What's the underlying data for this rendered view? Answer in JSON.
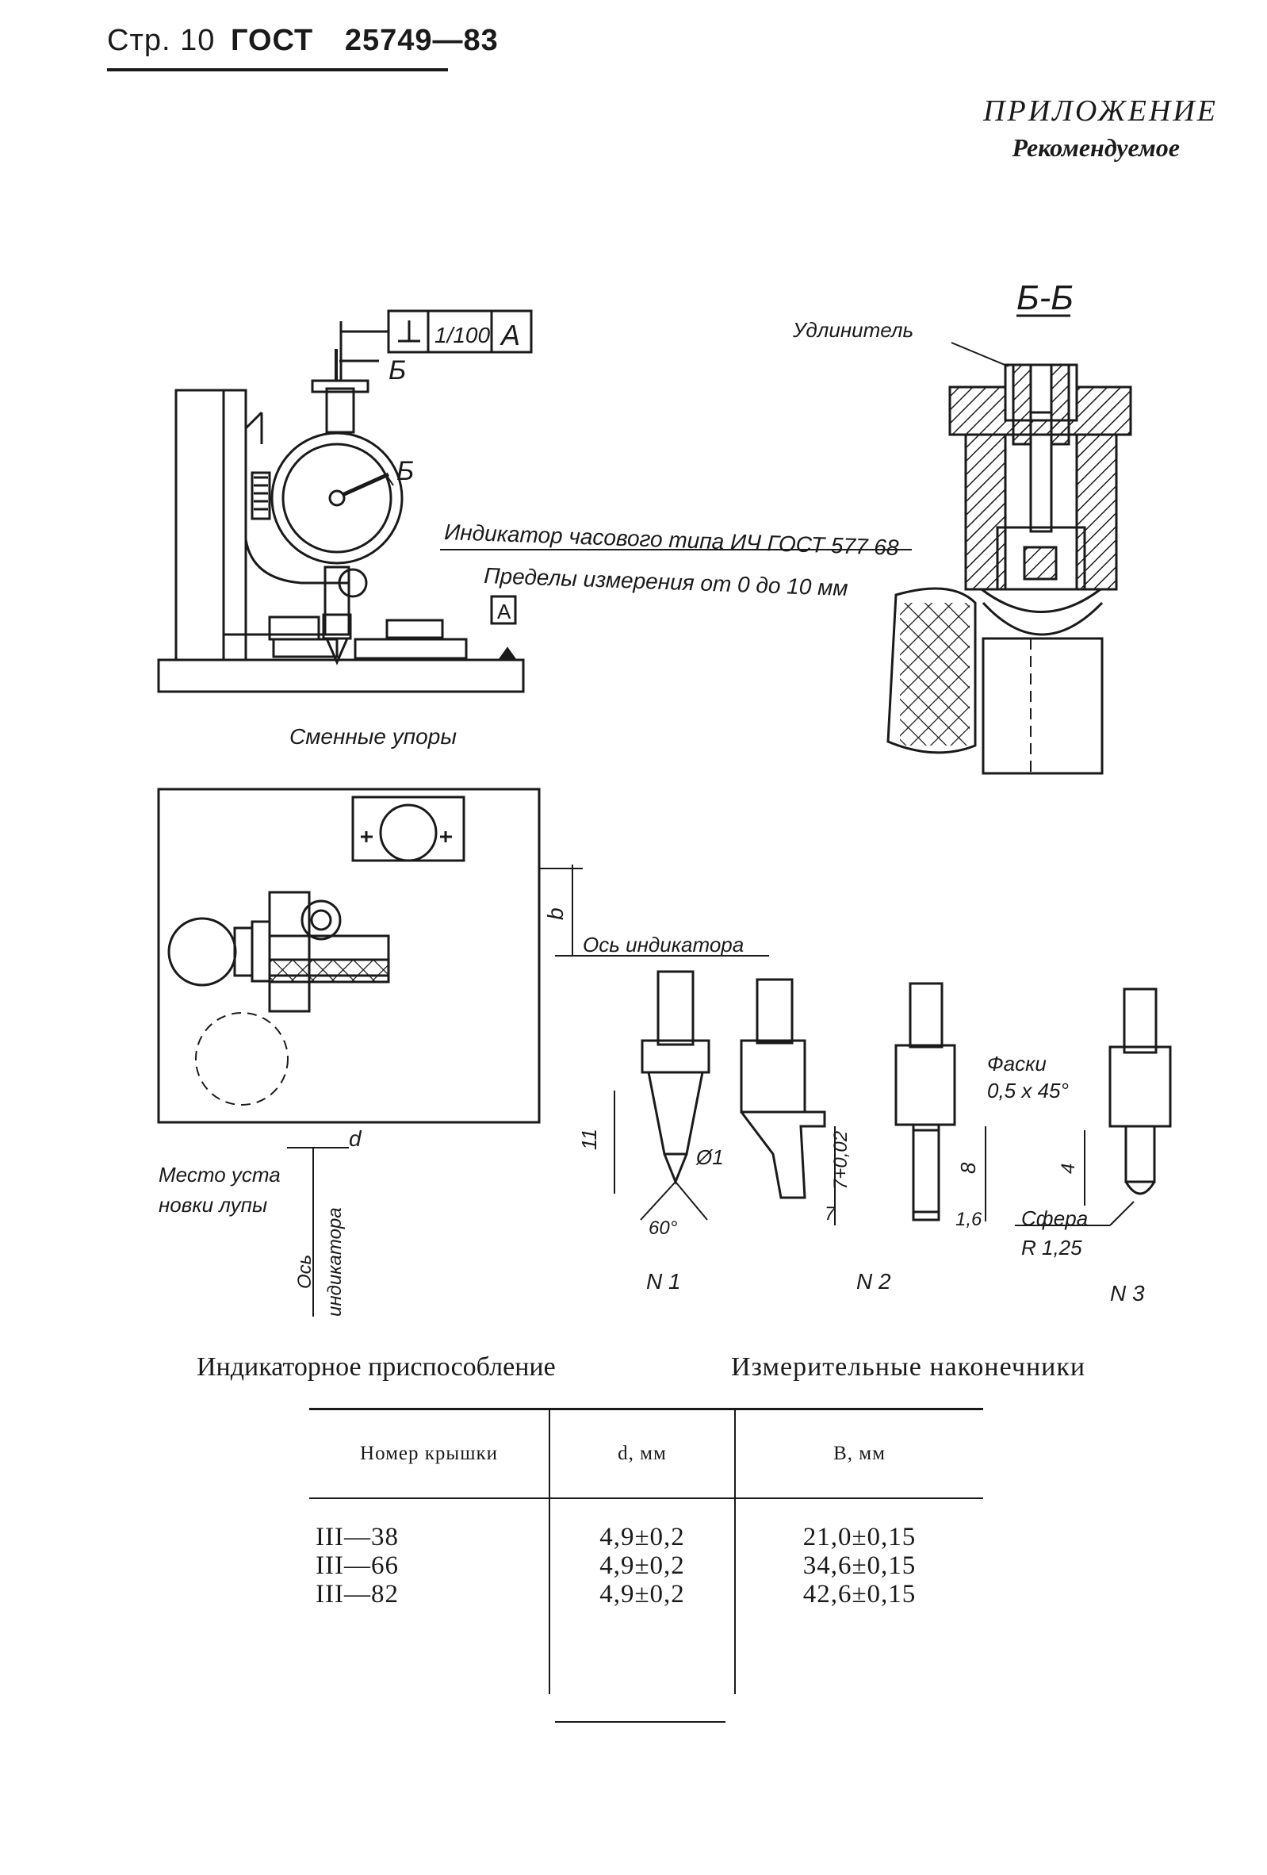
{
  "header": {
    "page_label": "Стр. 10",
    "standard": "ГОСТ",
    "number": "25749—83"
  },
  "appendix": {
    "title": "ПРИЛОЖЕНИЕ",
    "subtitle": "Рекомендуемое"
  },
  "figure": {
    "tolerance_value": "1/100",
    "tolerance_datum": "A",
    "section_mark": "Б",
    "section_view": "Б-Б",
    "extender_label": "Удлинитель",
    "indicator_line1": "Индикатор часового типа ИЧ ГОСТ 577 68",
    "indicator_line2": "Пределы измерения от 0 до 10 мм",
    "datum_box": "A",
    "supports_label": "Сменные упоры",
    "dim_b": "b",
    "indicator_axis": "Ось индикатора",
    "dim_d": "d",
    "place_line1": "Место уста",
    "place_line2": "новки лупы",
    "axis_vertical_line1": "Ось",
    "axis_vertical_line2": "индикатора",
    "tip1_dim_vert": "11",
    "tip1_diam": "Ø1",
    "tip1_angle": "60°",
    "tip1_label": "N 1",
    "tip2_dim_tol": "7+0,02",
    "tip2_dim": "7",
    "tip2_label": "N 2",
    "tip3_dim_8": "8",
    "tip3_dim_16": "1,6",
    "chamfer_line1": "Фаски",
    "chamfer_line2": "0,5 x 45°",
    "sphere_line1": "Сфера",
    "sphere_line2": "R 1,25",
    "tip4_dim": "4",
    "tip3_label": "N 3"
  },
  "captions": {
    "left": "Индикаторное приспособление",
    "right": "Измерительные наконечники"
  },
  "table": {
    "headers": [
      "Номер крышки",
      "d, мм",
      "B, мм"
    ],
    "rows": [
      [
        "III—38",
        "4,9±0,2",
        "21,0±0,15"
      ],
      [
        "III—66",
        "4,9±0,2",
        "34,6±0,15"
      ],
      [
        "III—82",
        "4,9±0,2",
        "42,6±0,15"
      ]
    ]
  }
}
